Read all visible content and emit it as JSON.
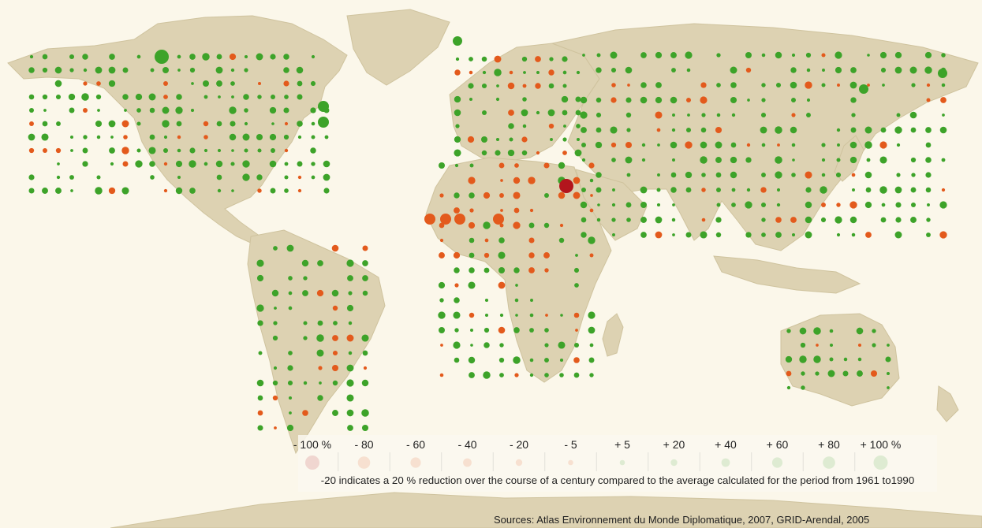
{
  "colors": {
    "background": "#fbf7ea",
    "land": "#ddd2b2",
    "decrease_strong": "#b3151d",
    "decrease": "#e35a1c",
    "increase": "#3da329"
  },
  "legend": {
    "bins": [
      {
        "label": "- 100 %",
        "change_percent": -100,
        "color": "#b3151d"
      },
      {
        "label": "- 80",
        "change_percent": -80,
        "color": "#e35a1c"
      },
      {
        "label": "- 60",
        "change_percent": -60,
        "color": "#e35a1c"
      },
      {
        "label": "- 40",
        "change_percent": -40,
        "color": "#e35a1c"
      },
      {
        "label": "- 20",
        "change_percent": -20,
        "color": "#e35a1c"
      },
      {
        "label": "- 5",
        "change_percent": -5,
        "color": "#e35a1c"
      },
      {
        "label": "+ 5",
        "change_percent": 5,
        "color": "#3da329"
      },
      {
        "label": "+ 20",
        "change_percent": 20,
        "color": "#3da329"
      },
      {
        "label": "+ 40",
        "change_percent": 40,
        "color": "#3da329"
      },
      {
        "label": "+ 60",
        "change_percent": 60,
        "color": "#3da329"
      },
      {
        "label": "+ 80",
        "change_percent": 80,
        "color": "#3da329"
      },
      {
        "label": "+ 100 %",
        "change_percent": 100,
        "color": "#3da329"
      }
    ],
    "note": "-20 indicates a 20 % reduction over the course of a century compared to the average calculated for the period from 1961 to1990"
  },
  "source": "Sources: Atlas Environnement du Monde Diplomatique, 2007, GRID-Arendal, 2005"
}
